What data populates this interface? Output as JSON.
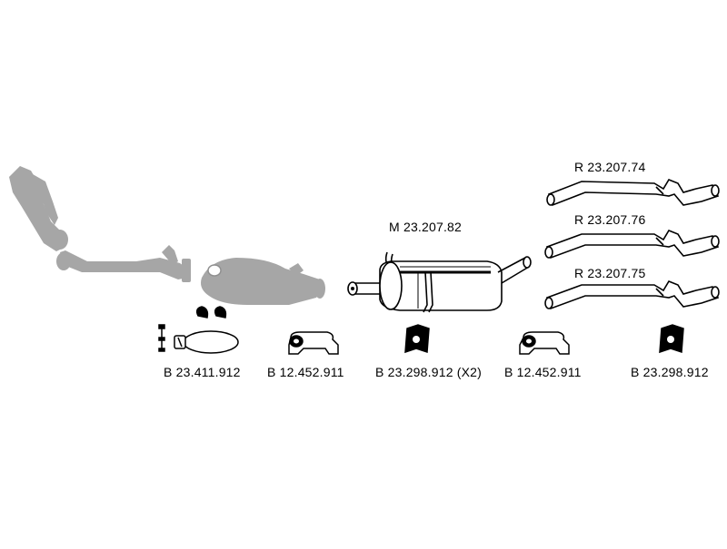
{
  "parts": {
    "muffler": {
      "code": "M 23.207.82"
    },
    "tail_pipe_a": {
      "code": "R 23.207.74"
    },
    "tail_pipe_b": {
      "code": "R 23.207.76"
    },
    "tail_pipe_c": {
      "code": "R 23.207.75"
    },
    "clamp_kit": {
      "code": "B 23.411.912"
    },
    "bracket_1": {
      "code": "B 12.452.911"
    },
    "rubber_mount_x2": {
      "code": "B 23.298.912 (X2)"
    },
    "bracket_2": {
      "code": "B 12.452.911"
    },
    "rubber_mount": {
      "code": "B 23.298.912"
    }
  },
  "colors": {
    "ink": "#000000",
    "not_included": "#a6a6a6",
    "background": "#ffffff"
  }
}
